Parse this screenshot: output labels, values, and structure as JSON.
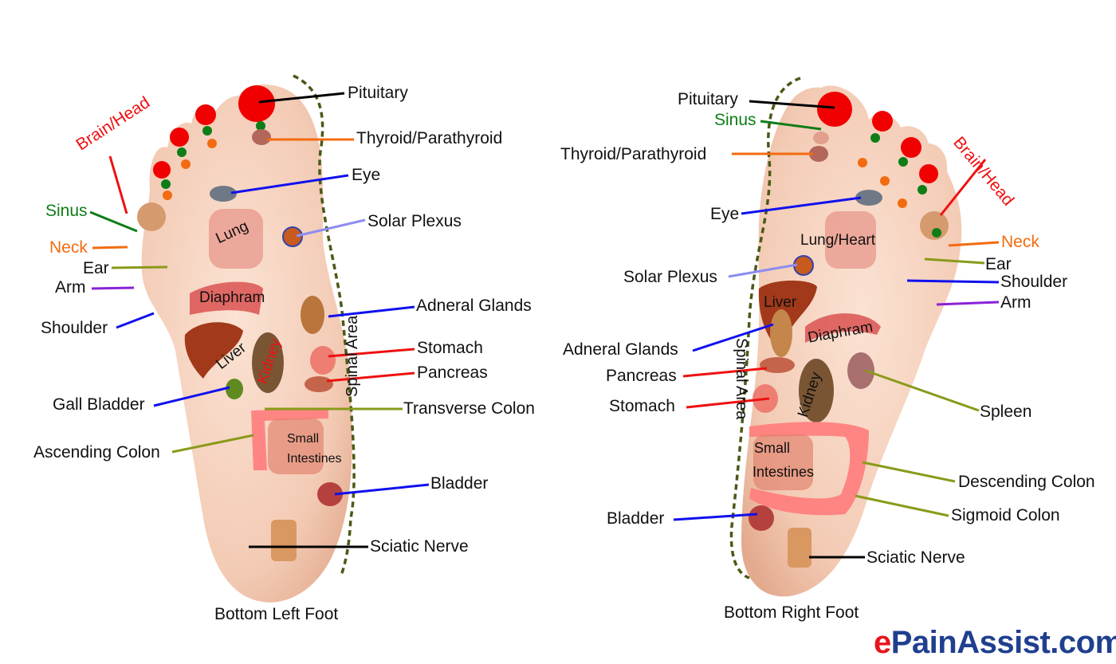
{
  "brand": {
    "prefix": "e",
    "name": "PainAssist.com",
    "prefix_color": "#e8141b",
    "name_color": "#1f3f8f"
  },
  "colors": {
    "skin": "#f6d3bf",
    "skin_shadow": "#e9b59c",
    "toe_dot_red": "#f00000",
    "toe_dot_green": "#0e7d17",
    "toe_dot_orange": "#f36b10",
    "spinal_dash": "#4a5a16",
    "colon_band": "#ff7c7c",
    "line_black": "#000000",
    "line_blue": "#1010ee",
    "line_red": "#ee1111",
    "line_orange": "#f36b10",
    "line_green": "#0e7d17",
    "line_olive": "#8a9a1a",
    "line_purple": "#8a22d6",
    "line_lightblue": "#8c8cf0"
  },
  "left_foot": {
    "caption": "Bottom Left Foot",
    "spinal_label": "Spinal Area",
    "organ_labels": {
      "lung": "Lung",
      "diaphram": "Diaphram",
      "liver": "Liver",
      "kidney": "Kidney",
      "small_intestines_1": "Small",
      "small_intestines_2": "Intestines"
    },
    "labels": [
      {
        "id": "pituitary",
        "text": "Pituitary",
        "color": "#111111"
      },
      {
        "id": "thyroid",
        "text": "Thyroid/Parathyroid",
        "color": "#111111"
      },
      {
        "id": "eye",
        "text": "Eye",
        "color": "#111111"
      },
      {
        "id": "solar-plexus",
        "text": "Solar Plexus",
        "color": "#111111"
      },
      {
        "id": "adneral-glands",
        "text": "Adneral Glands",
        "color": "#111111"
      },
      {
        "id": "stomach",
        "text": "Stomach",
        "color": "#111111"
      },
      {
        "id": "pancreas",
        "text": "Pancreas",
        "color": "#111111"
      },
      {
        "id": "transverse-colon",
        "text": "Transverse Colon",
        "color": "#111111"
      },
      {
        "id": "bladder",
        "text": "Bladder",
        "color": "#111111"
      },
      {
        "id": "sciatic-nerve",
        "text": "Sciatic Nerve",
        "color": "#111111"
      },
      {
        "id": "brain-head",
        "text": "Brain/Head",
        "color": "#ee1111"
      },
      {
        "id": "sinus",
        "text": "Sinus",
        "color": "#0e7d17"
      },
      {
        "id": "neck",
        "text": "Neck",
        "color": "#f36b10"
      },
      {
        "id": "ear",
        "text": "Ear",
        "color": "#111111"
      },
      {
        "id": "arm",
        "text": "Arm",
        "color": "#111111"
      },
      {
        "id": "shoulder",
        "text": "Shoulder",
        "color": "#111111"
      },
      {
        "id": "gall-bladder",
        "text": "Gall Bladder",
        "color": "#111111"
      },
      {
        "id": "ascending-colon",
        "text": "Ascending Colon",
        "color": "#111111"
      }
    ]
  },
  "right_foot": {
    "caption": "Bottom Right Foot",
    "spinal_label": "Spinal Area",
    "organ_labels": {
      "lung_heart": "Lung/Heart",
      "liver": "Liver",
      "diaphram": "Diaphram",
      "kidney": "Kidney",
      "small_intestines_1": "Small",
      "small_intestines_2": "Intestines"
    },
    "labels": [
      {
        "id": "pituitary",
        "text": "Pituitary",
        "color": "#111111"
      },
      {
        "id": "sinus",
        "text": "Sinus",
        "color": "#0e7d17"
      },
      {
        "id": "thyroid",
        "text": "Thyroid/Parathyroid",
        "color": "#111111"
      },
      {
        "id": "eye",
        "text": "Eye",
        "color": "#111111"
      },
      {
        "id": "solar-plexus",
        "text": "Solar Plexus",
        "color": "#111111"
      },
      {
        "id": "adneral-glands",
        "text": "Adneral Glands",
        "color": "#111111"
      },
      {
        "id": "pancreas",
        "text": "Pancreas",
        "color": "#111111"
      },
      {
        "id": "stomach",
        "text": "Stomach",
        "color": "#111111"
      },
      {
        "id": "bladder",
        "text": "Bladder",
        "color": "#111111"
      },
      {
        "id": "brain-head",
        "text": "Brain/Head",
        "color": "#ee1111"
      },
      {
        "id": "neck",
        "text": "Neck",
        "color": "#f36b10"
      },
      {
        "id": "ear",
        "text": "Ear",
        "color": "#111111"
      },
      {
        "id": "shoulder",
        "text": "Shoulder",
        "color": "#111111"
      },
      {
        "id": "arm",
        "text": "Arm",
        "color": "#111111"
      },
      {
        "id": "spleen",
        "text": "Spleen",
        "color": "#111111"
      },
      {
        "id": "descending-colon",
        "text": "Descending Colon",
        "color": "#111111"
      },
      {
        "id": "sigmoid-colon",
        "text": "Sigmoid Colon",
        "color": "#111111"
      },
      {
        "id": "sciatic-nerve",
        "text": "Sciatic Nerve",
        "color": "#111111"
      }
    ]
  }
}
